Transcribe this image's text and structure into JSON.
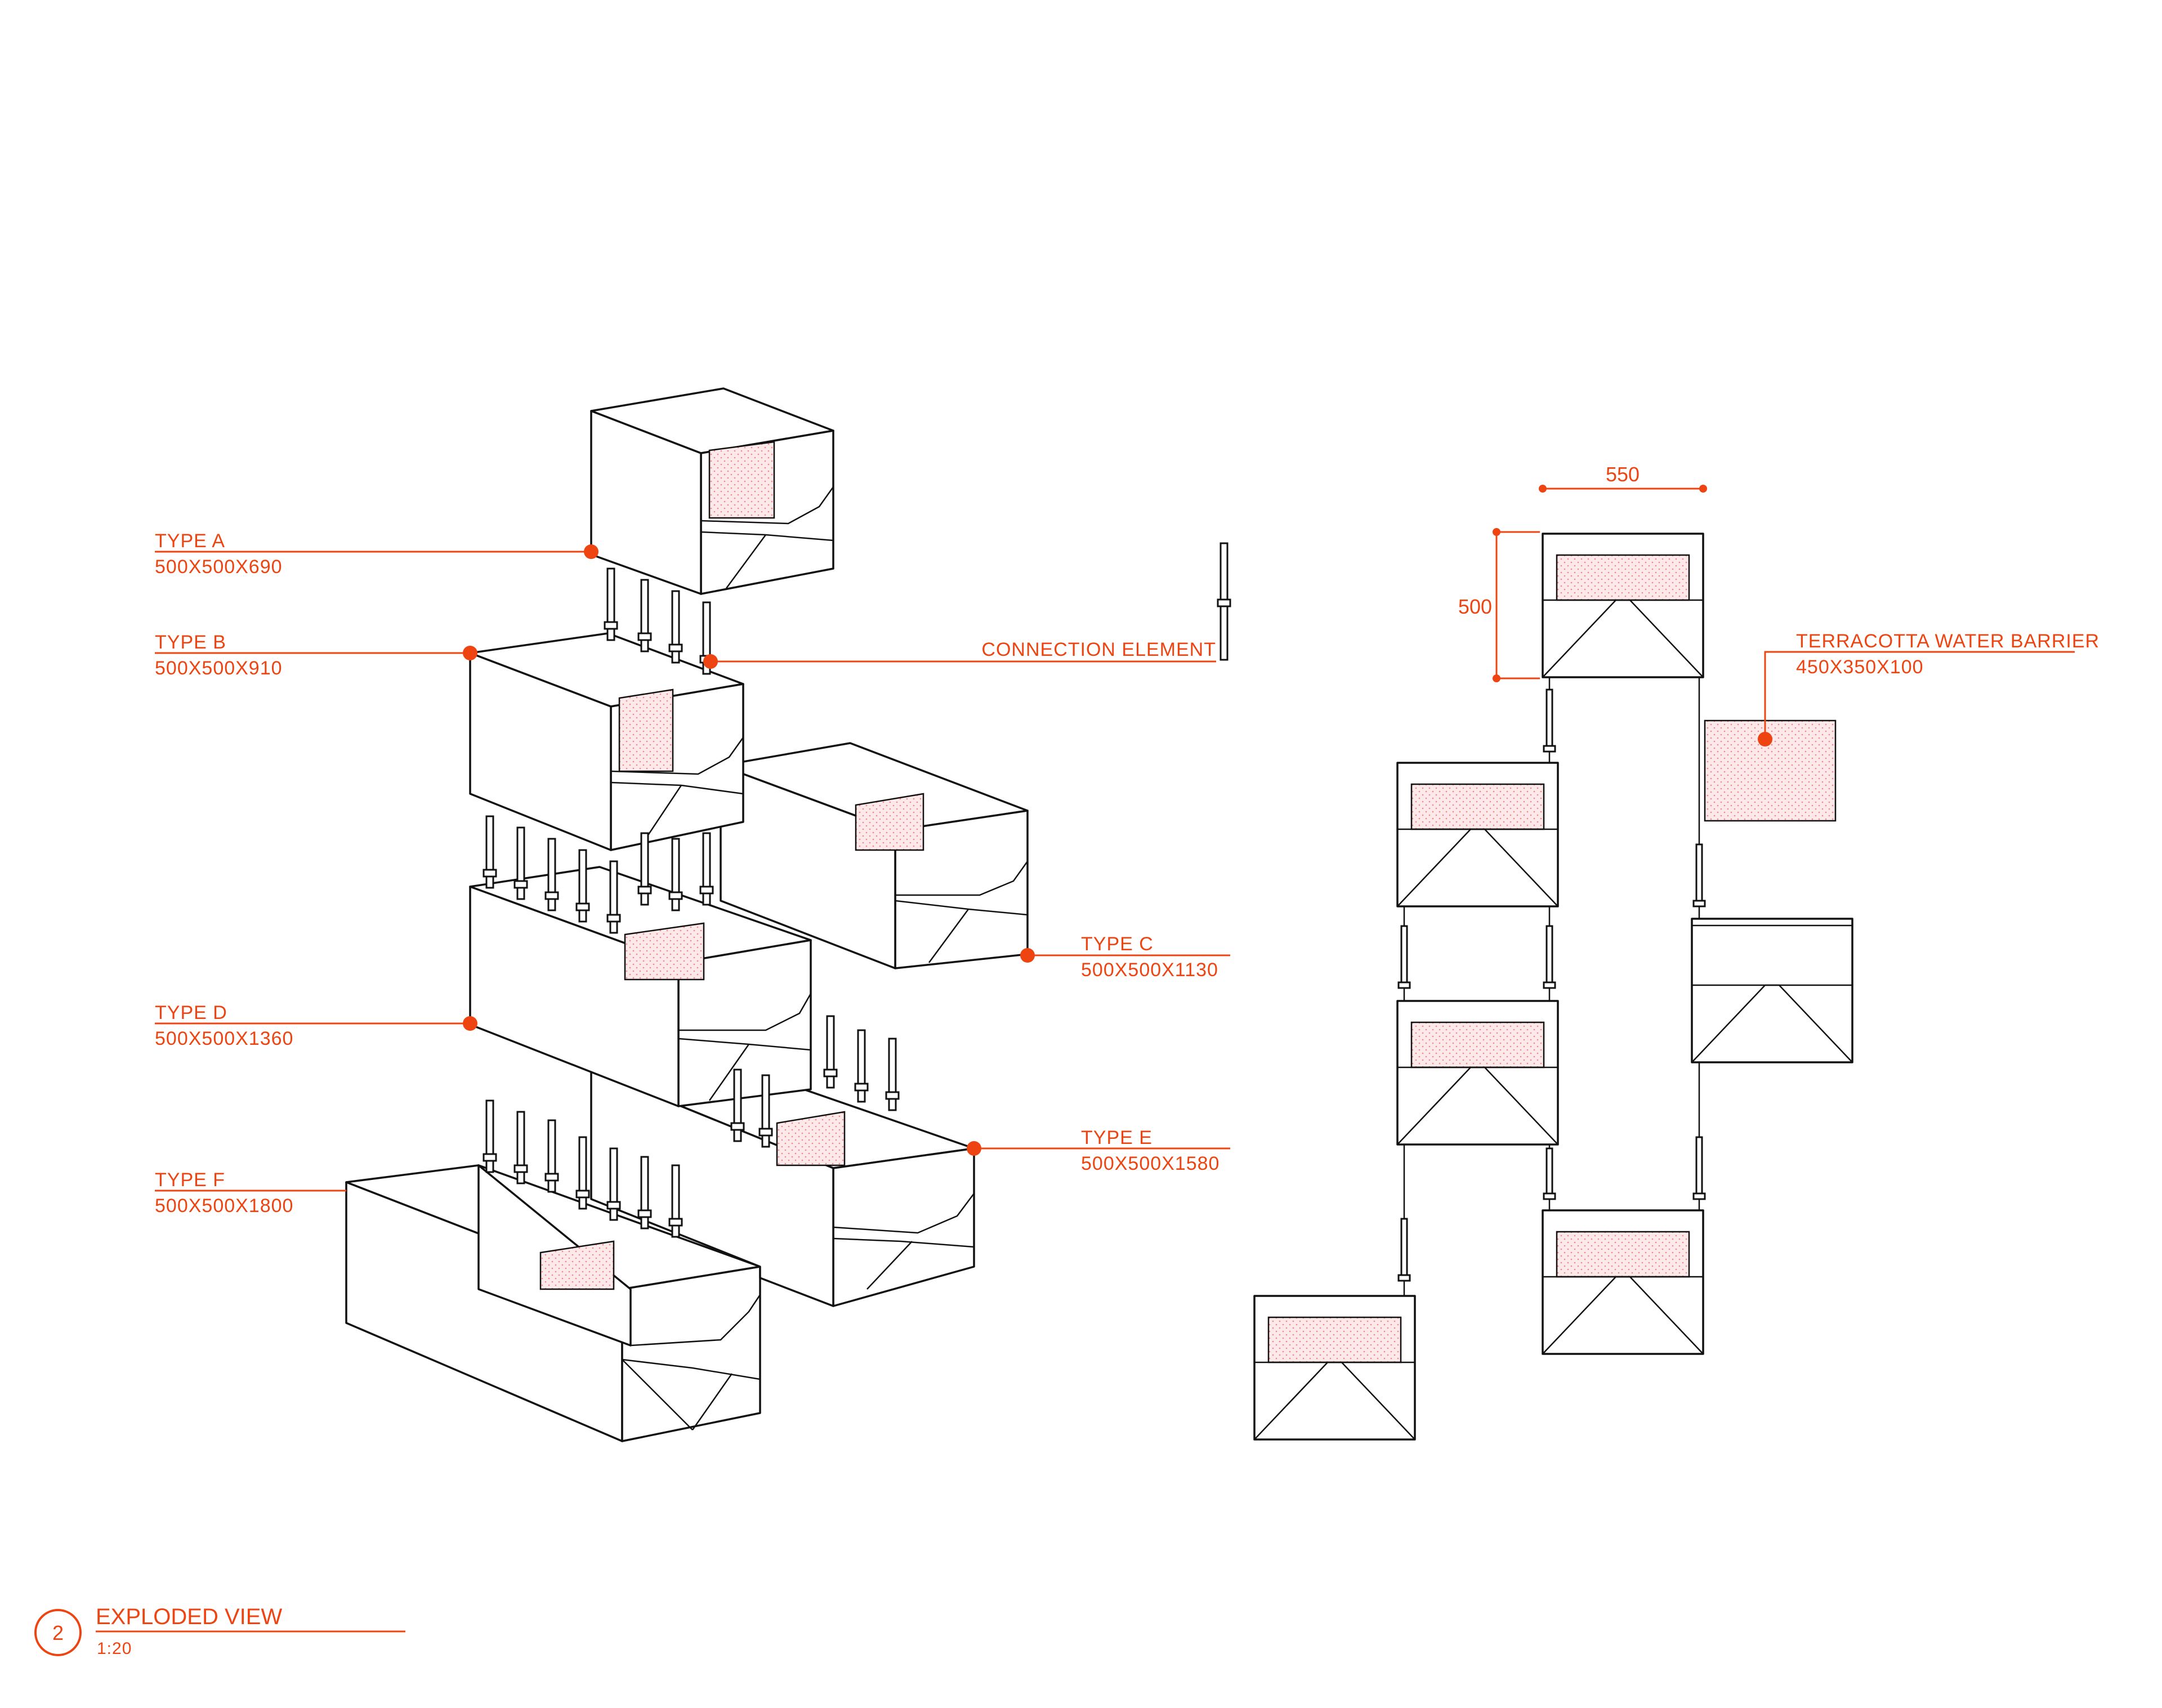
{
  "labels": {
    "type_a": {
      "name": "TYPE A",
      "size": "500X500X690"
    },
    "type_b": {
      "name": "TYPE B",
      "size": "500X500X910"
    },
    "type_c": {
      "name": "TYPE C",
      "size": "500X500X1130"
    },
    "type_d": {
      "name": "TYPE D",
      "size": "500X500X1360"
    },
    "type_e": {
      "name": "TYPE E",
      "size": "500X500X1580"
    },
    "type_f": {
      "name": "TYPE F",
      "size": "500X500X1800"
    },
    "connection": "CONNECTION ELEMENT",
    "terracotta": {
      "name": "TERRACOTTA WATER BARRIER",
      "size": "450X350X100"
    }
  },
  "dimensions": {
    "width": "550",
    "height": "500"
  },
  "title_block": {
    "number": "2",
    "title": "EXPLODED VIEW",
    "scale": "1:20"
  },
  "colors": {
    "accent": "#ee4411",
    "line": "#111111",
    "terracotta_fill": "#fbe3e3"
  }
}
